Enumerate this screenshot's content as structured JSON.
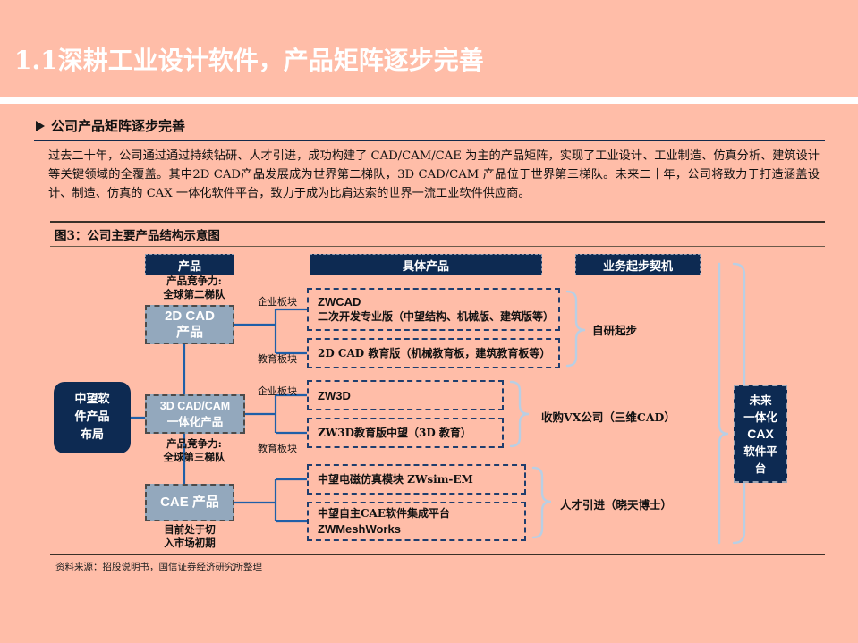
{
  "header": {
    "title": "1.1深耕工业设计软件，产品矩阵逐步完善",
    "band_color": "#ffbda8"
  },
  "section": {
    "bullet_icon": "triangle-right-icon",
    "bullet_title": "公司产品矩阵逐步完善",
    "paragraph": "过去二十年，公司通过通过持续钻研、人才引进，成功构建了 CAD/CAM/CAE 为主的产品矩阵，实现了工业设计、工业制造、仿真分析、建筑设计等关键领域的全覆盖。其中2D CAD产品发展成为世界第二梯队，3D CAD/CAM 产品位于世界第三梯队。未来二十年，公司将致力于打造涵盖设计、制造、仿真的 CAX 一体化软件平台，致力于成为比肩达索的世界一流工业软件供应商。"
  },
  "chart": {
    "title": "图3：公司主要产品结构示意图",
    "source": "资料来源：招股说明书，国信证券经济研究所整理",
    "column_headers": [
      {
        "id": "product",
        "label": "产品"
      },
      {
        "id": "specific",
        "label": "具体产品"
      },
      {
        "id": "origin",
        "label": "业务起步契机"
      }
    ],
    "root_node": {
      "label": "中望软\n件产品\n布局"
    },
    "categories": [
      {
        "id": "cat-2dcad",
        "line1": "2D CAD",
        "line2": "产品",
        "note": "产品竞争力:\n全球第二梯队",
        "note_position": "above"
      },
      {
        "id": "cat-3dcad",
        "line1": "3D CAD/CAM",
        "line2": "一体化产品",
        "note": "产品竞争力:\n全球第三梯队",
        "note_position": "below"
      },
      {
        "id": "cat-cae",
        "line1": "CAE 产品",
        "line2": "",
        "note": "目前处于切\n入市场初期",
        "note_position": "below"
      }
    ],
    "segment_labels": [
      {
        "id": "seg-a1",
        "label": "企业板块"
      },
      {
        "id": "seg-a2",
        "label": "教育板块"
      },
      {
        "id": "seg-b1",
        "label": "企业板块"
      },
      {
        "id": "seg-b2",
        "label": "教育板块"
      }
    ],
    "products": [
      {
        "id": "prod-zwcad",
        "lines": [
          "ZWCAD",
          "二次开发专业版（中望结构、机械版、建筑版等）"
        ],
        "en_flags": [
          true,
          false
        ]
      },
      {
        "id": "prod-2dedu",
        "lines": [
          "2D CAD 教育版（机械教育板，建筑教育板等）"
        ],
        "en_flags": [
          false
        ]
      },
      {
        "id": "prod-zw3d",
        "lines": [
          "ZW3D"
        ],
        "en_flags": [
          true
        ]
      },
      {
        "id": "prod-zw3dedu",
        "lines": [
          "ZW3D教育版中望（3D 教育）"
        ],
        "en_flags": [
          false
        ]
      },
      {
        "id": "prod-zwsim",
        "lines": [
          "中望电磁仿真模块 ZWsim-EM"
        ],
        "en_flags": [
          false
        ]
      },
      {
        "id": "prod-zwmesh",
        "lines": [
          "中望自主CAE软件集成平台",
          "ZWMeshWorks"
        ],
        "en_flags": [
          false,
          true
        ]
      }
    ],
    "annotations": [
      {
        "id": "annot-self",
        "label": "自研起步"
      },
      {
        "id": "annot-vx",
        "label": "收购VX公司（三维CAD）"
      },
      {
        "id": "annot-talent",
        "label": "人才引进（晓天博士）"
      }
    ],
    "future_box": {
      "lines": [
        "未来",
        "一体化",
        "CAX",
        "软件平",
        "台"
      ],
      "en_index": 2
    },
    "colors": {
      "navy": "#0d2a52",
      "grey_box": "#93a8bd",
      "wire": "#1f5fa8",
      "brace": "#b9cfe4",
      "dashed_border": "#1f3e6e"
    }
  }
}
